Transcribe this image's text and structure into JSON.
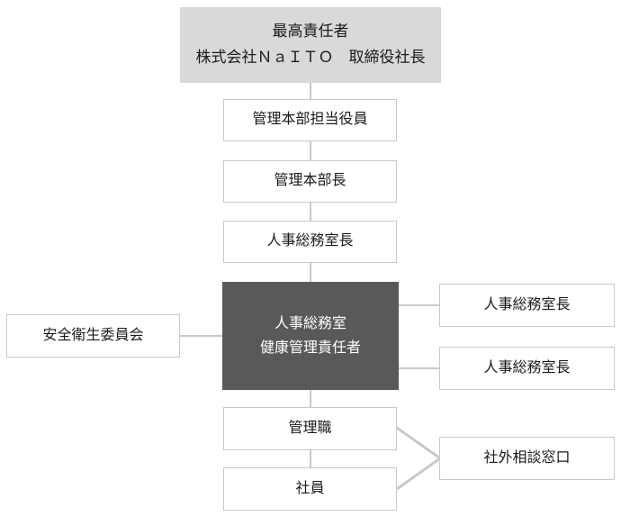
{
  "diagram": {
    "type": "org-chart",
    "subject": "health-management-organization",
    "nodes": {
      "top_executive": {
        "line1": "最高責任者",
        "line2": "株式会社ＮａＩＴＯ　取締役社長"
      },
      "admin_hq_officer": {
        "label": "管理本部担当役員"
      },
      "admin_hq_head": {
        "label": "管理本部長"
      },
      "hr_general_affairs_head": {
        "label": "人事総務室長"
      },
      "health_manager": {
        "line1": "人事総務室",
        "line2": "健康管理責任者"
      },
      "safety_committee": {
        "label": "安全衛生委員会"
      },
      "hr_office_head_right_1": {
        "label": "人事総務室長"
      },
      "hr_office_head_right_2": {
        "label": "人事総務室長"
      },
      "management_staff": {
        "label": "管理職"
      },
      "employees": {
        "label": "社員"
      },
      "external_consultation_desk": {
        "label": "社外相談窓口"
      }
    },
    "edges": [
      {
        "from": "top_executive",
        "to": "admin_hq_officer",
        "style": "vertical"
      },
      {
        "from": "admin_hq_officer",
        "to": "admin_hq_head",
        "style": "vertical"
      },
      {
        "from": "admin_hq_head",
        "to": "hr_general_affairs_head",
        "style": "vertical"
      },
      {
        "from": "hr_general_affairs_head",
        "to": "health_manager",
        "style": "vertical"
      },
      {
        "from": "safety_committee",
        "to": "health_manager",
        "style": "horizontal"
      },
      {
        "from": "health_manager",
        "to": "hr_office_head_right_1",
        "style": "horizontal"
      },
      {
        "from": "health_manager",
        "to": "hr_office_head_right_2",
        "style": "horizontal"
      },
      {
        "from": "health_manager",
        "to": "management_staff",
        "style": "vertical"
      },
      {
        "from": "management_staff",
        "to": "employees",
        "style": "vertical"
      },
      {
        "from": "management_staff",
        "to": "external_consultation_desk",
        "style": "diagonal"
      },
      {
        "from": "employees",
        "to": "external_consultation_desk",
        "style": "diagonal"
      }
    ],
    "colors": {
      "top_box_background": "#d9d9d9",
      "highlight_box_background": "#595959",
      "highlight_box_text": "#ffffff",
      "box_background": "#ffffff",
      "box_border": "#c9c9c9",
      "connector": "#c9c9c9",
      "text": "#1a1a1a"
    }
  }
}
